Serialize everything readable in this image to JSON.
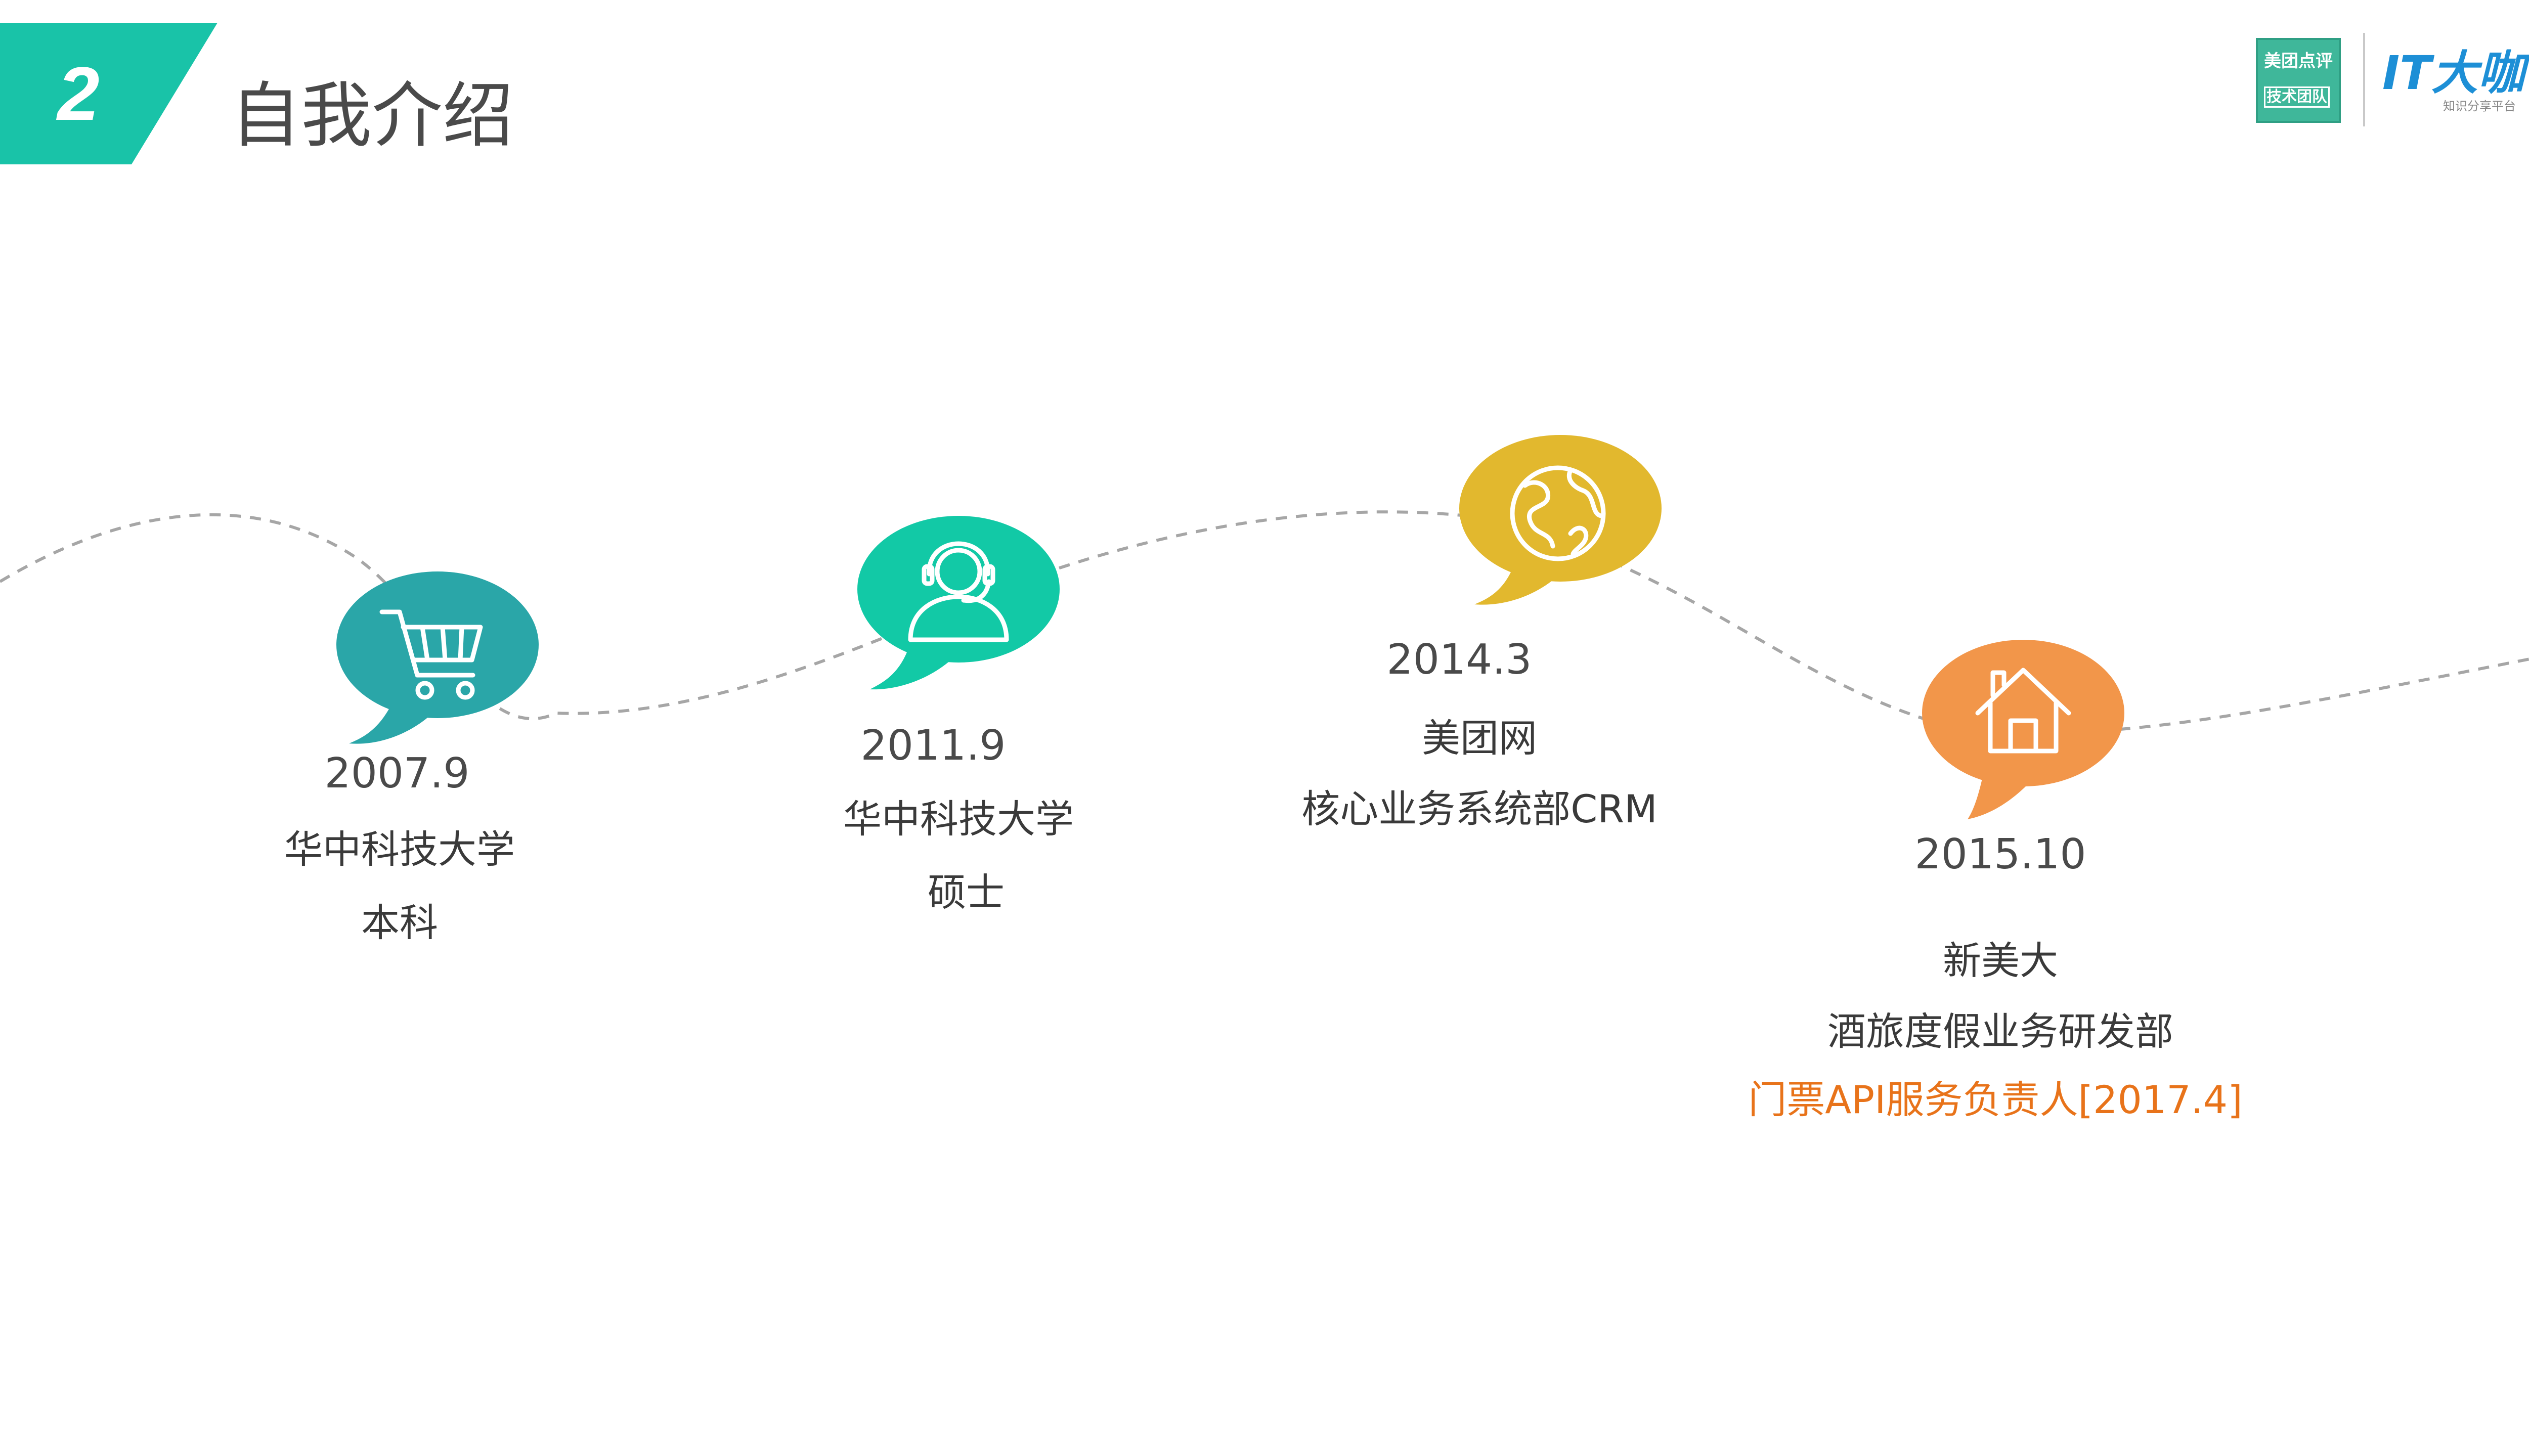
{
  "header": {
    "section_number": "2",
    "title": "自我介绍",
    "badge_color": "#19c3a8"
  },
  "logos": {
    "meituan": {
      "line1": "美团点评",
      "line2": "技术团队",
      "color": "#3fb79a"
    },
    "it_dakashuo": {
      "name": "IT大咖说",
      "tagline": "知识分享平台",
      "color": "#1d8fd6"
    }
  },
  "timeline": [
    {
      "date": "2007.9",
      "lines": [
        "华中科技大学",
        "本科"
      ],
      "icon": "shopping-cart-icon",
      "color": "#2aa6a8"
    },
    {
      "date": "2011.9",
      "lines": [
        "华中科技大学",
        "硕士"
      ],
      "icon": "headset-person-icon",
      "color": "#12c9a6"
    },
    {
      "date": "2014.3",
      "lines": [
        "美团网",
        "核心业务系统部CRM"
      ],
      "icon": "globe-icon",
      "color": "#e2b82e"
    },
    {
      "date": "2015.10",
      "lines": [
        "新美大",
        "酒旅度假业务研发部"
      ],
      "highlight": "门票API服务负责人[2017.4]",
      "icon": "house-icon",
      "color": "#f2964a",
      "highlight_color": "#e8731a"
    }
  ]
}
